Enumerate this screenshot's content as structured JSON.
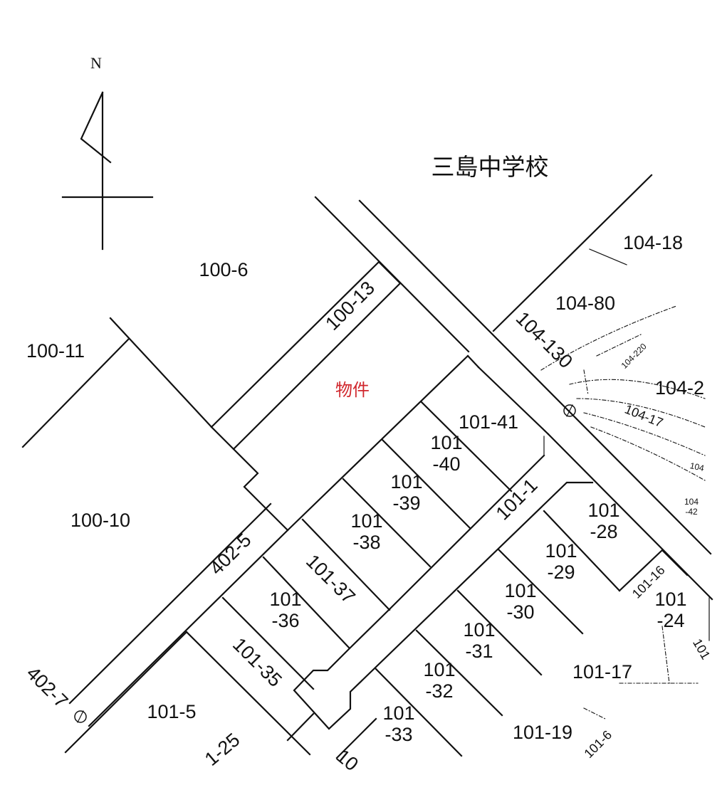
{
  "map": {
    "north_label": "N",
    "school_label": "三島中学校",
    "property_label": "物件",
    "property_color": "#d0262c",
    "parcels": [
      {
        "id": "p-100-6",
        "lines": [
          "100-6"
        ]
      },
      {
        "id": "p-100-11",
        "lines": [
          "100-11"
        ]
      },
      {
        "id": "p-100-10",
        "lines": [
          "100-10"
        ]
      },
      {
        "id": "p-100-13",
        "lines": [
          "100-13"
        ]
      },
      {
        "id": "p-104-18",
        "lines": [
          "104-18"
        ]
      },
      {
        "id": "p-104-80",
        "lines": [
          "104-80"
        ]
      },
      {
        "id": "p-104-130",
        "lines": [
          "104-130"
        ]
      },
      {
        "id": "p-104-220",
        "lines": [
          "104-220"
        ]
      },
      {
        "id": "p-104-2x",
        "lines": [
          "104-2"
        ]
      },
      {
        "id": "p-104-17",
        "lines": [
          "104-17"
        ]
      },
      {
        "id": "p-104-edge",
        "lines": [
          "104"
        ]
      },
      {
        "id": "p-104-42",
        "lines": [
          "104",
          "-42"
        ]
      },
      {
        "id": "p-101-41",
        "lines": [
          "101-41"
        ]
      },
      {
        "id": "p-101-40",
        "lines": [
          "101",
          "-40"
        ]
      },
      {
        "id": "p-101-39",
        "lines": [
          "101",
          "-39"
        ]
      },
      {
        "id": "p-101-38",
        "lines": [
          "101",
          "-38"
        ]
      },
      {
        "id": "p-101-37",
        "lines": [
          "101-37"
        ]
      },
      {
        "id": "p-101-36",
        "lines": [
          "101",
          "-36"
        ]
      },
      {
        "id": "p-101-35",
        "lines": [
          "101-35"
        ]
      },
      {
        "id": "p-101-1",
        "lines": [
          "101-1"
        ]
      },
      {
        "id": "p-402-5",
        "lines": [
          "402-5"
        ]
      },
      {
        "id": "p-402-7",
        "lines": [
          "402-7"
        ]
      },
      {
        "id": "p-101-28",
        "lines": [
          "101",
          "-28"
        ]
      },
      {
        "id": "p-101-29",
        "lines": [
          "101",
          "-29"
        ]
      },
      {
        "id": "p-101-30",
        "lines": [
          "101",
          "-30"
        ]
      },
      {
        "id": "p-101-31",
        "lines": [
          "101",
          "-31"
        ]
      },
      {
        "id": "p-101-32",
        "lines": [
          "101",
          "-32"
        ]
      },
      {
        "id": "p-101-33",
        "lines": [
          "101",
          "-33"
        ]
      },
      {
        "id": "p-101-16",
        "lines": [
          "101-16"
        ]
      },
      {
        "id": "p-101-24",
        "lines": [
          "101",
          "-24"
        ]
      },
      {
        "id": "p-101-17",
        "lines": [
          "101-17"
        ]
      },
      {
        "id": "p-101-19",
        "lines": [
          "101-19"
        ]
      },
      {
        "id": "p-101-6",
        "lines": [
          "101-6"
        ]
      },
      {
        "id": "p-101-5",
        "lines": [
          "101-5"
        ]
      },
      {
        "id": "p-101-25",
        "lines": [
          "1-25"
        ]
      },
      {
        "id": "p-10x",
        "lines": [
          "10"
        ]
      },
      {
        "id": "p-101-edge",
        "lines": [
          "101"
        ]
      }
    ]
  }
}
